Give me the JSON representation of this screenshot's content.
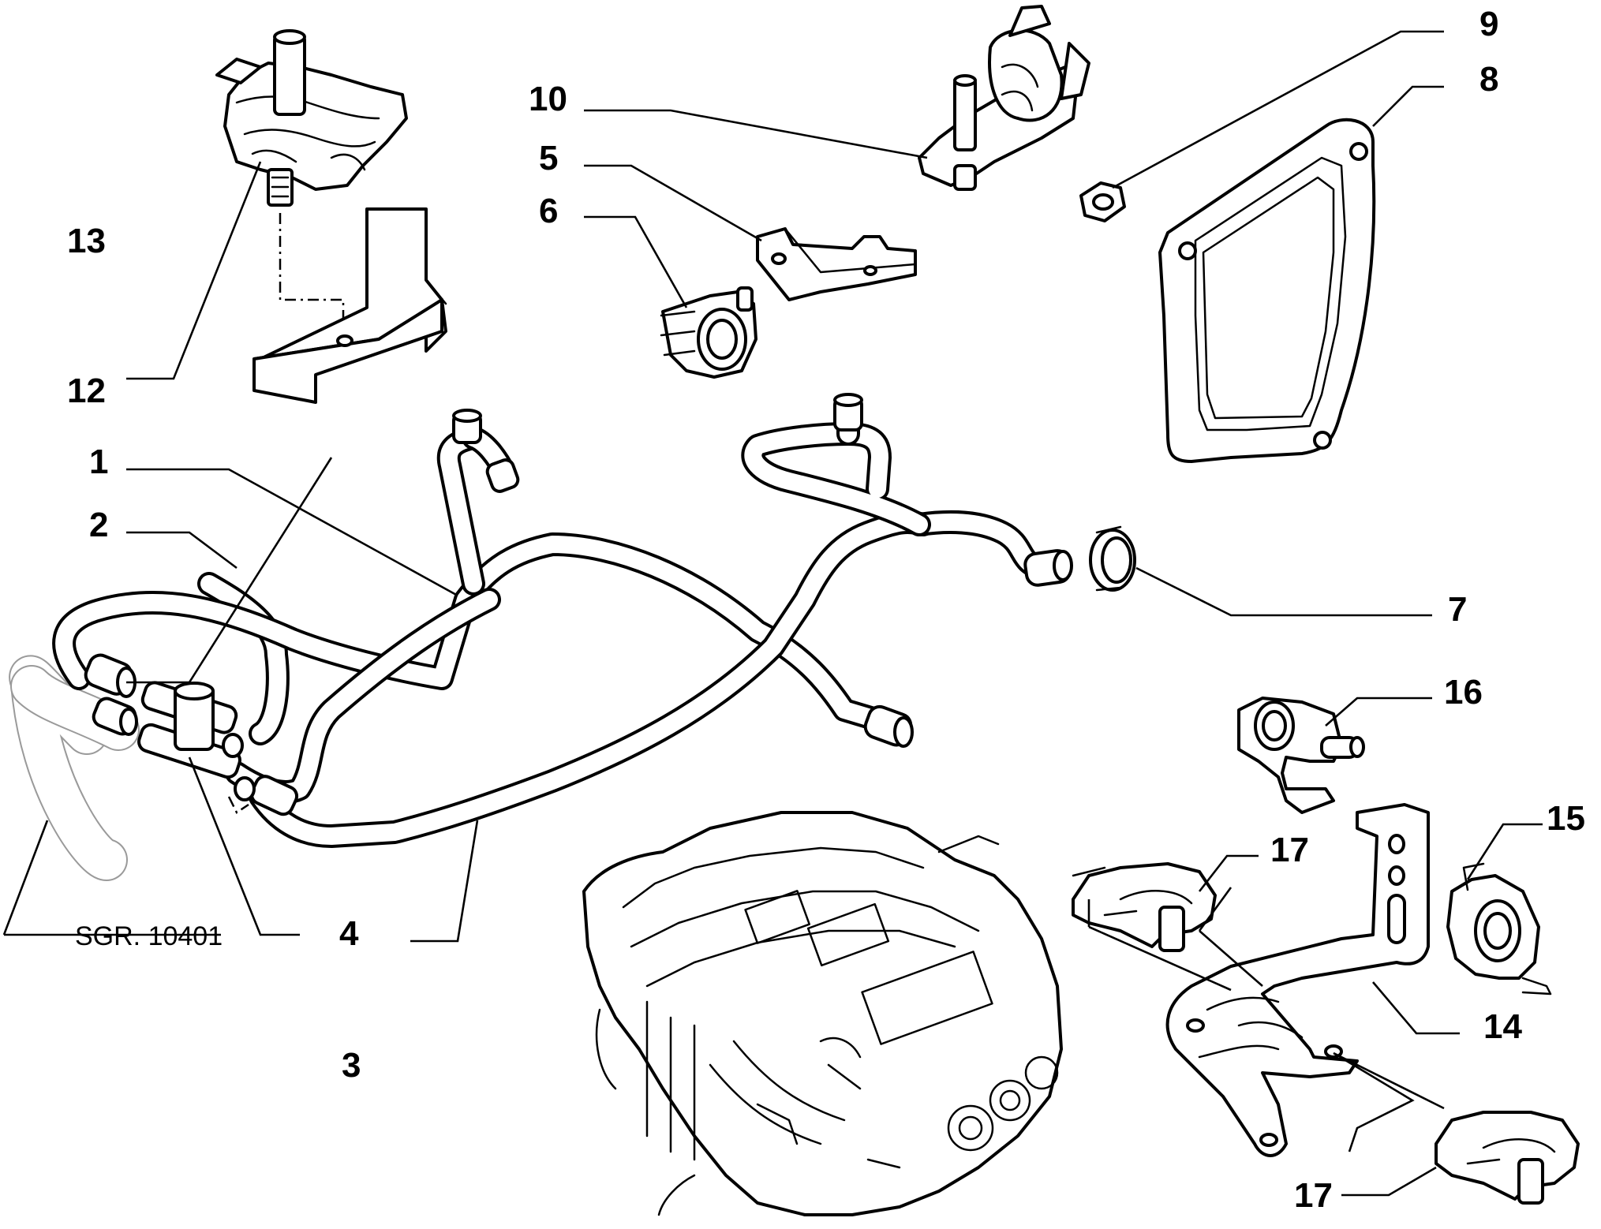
{
  "diagram": {
    "callouts": {
      "c1": "1",
      "c2": "2",
      "c3": "3",
      "c4": "4",
      "c5": "5",
      "c6": "6",
      "c7": "7",
      "c8": "8",
      "c9": "9",
      "c10": "10",
      "c12": "12",
      "c13": "13",
      "c14": "14",
      "c15": "15",
      "c16": "16",
      "c17a": "17",
      "c17b": "17"
    },
    "reference": "SGR. 10401"
  }
}
